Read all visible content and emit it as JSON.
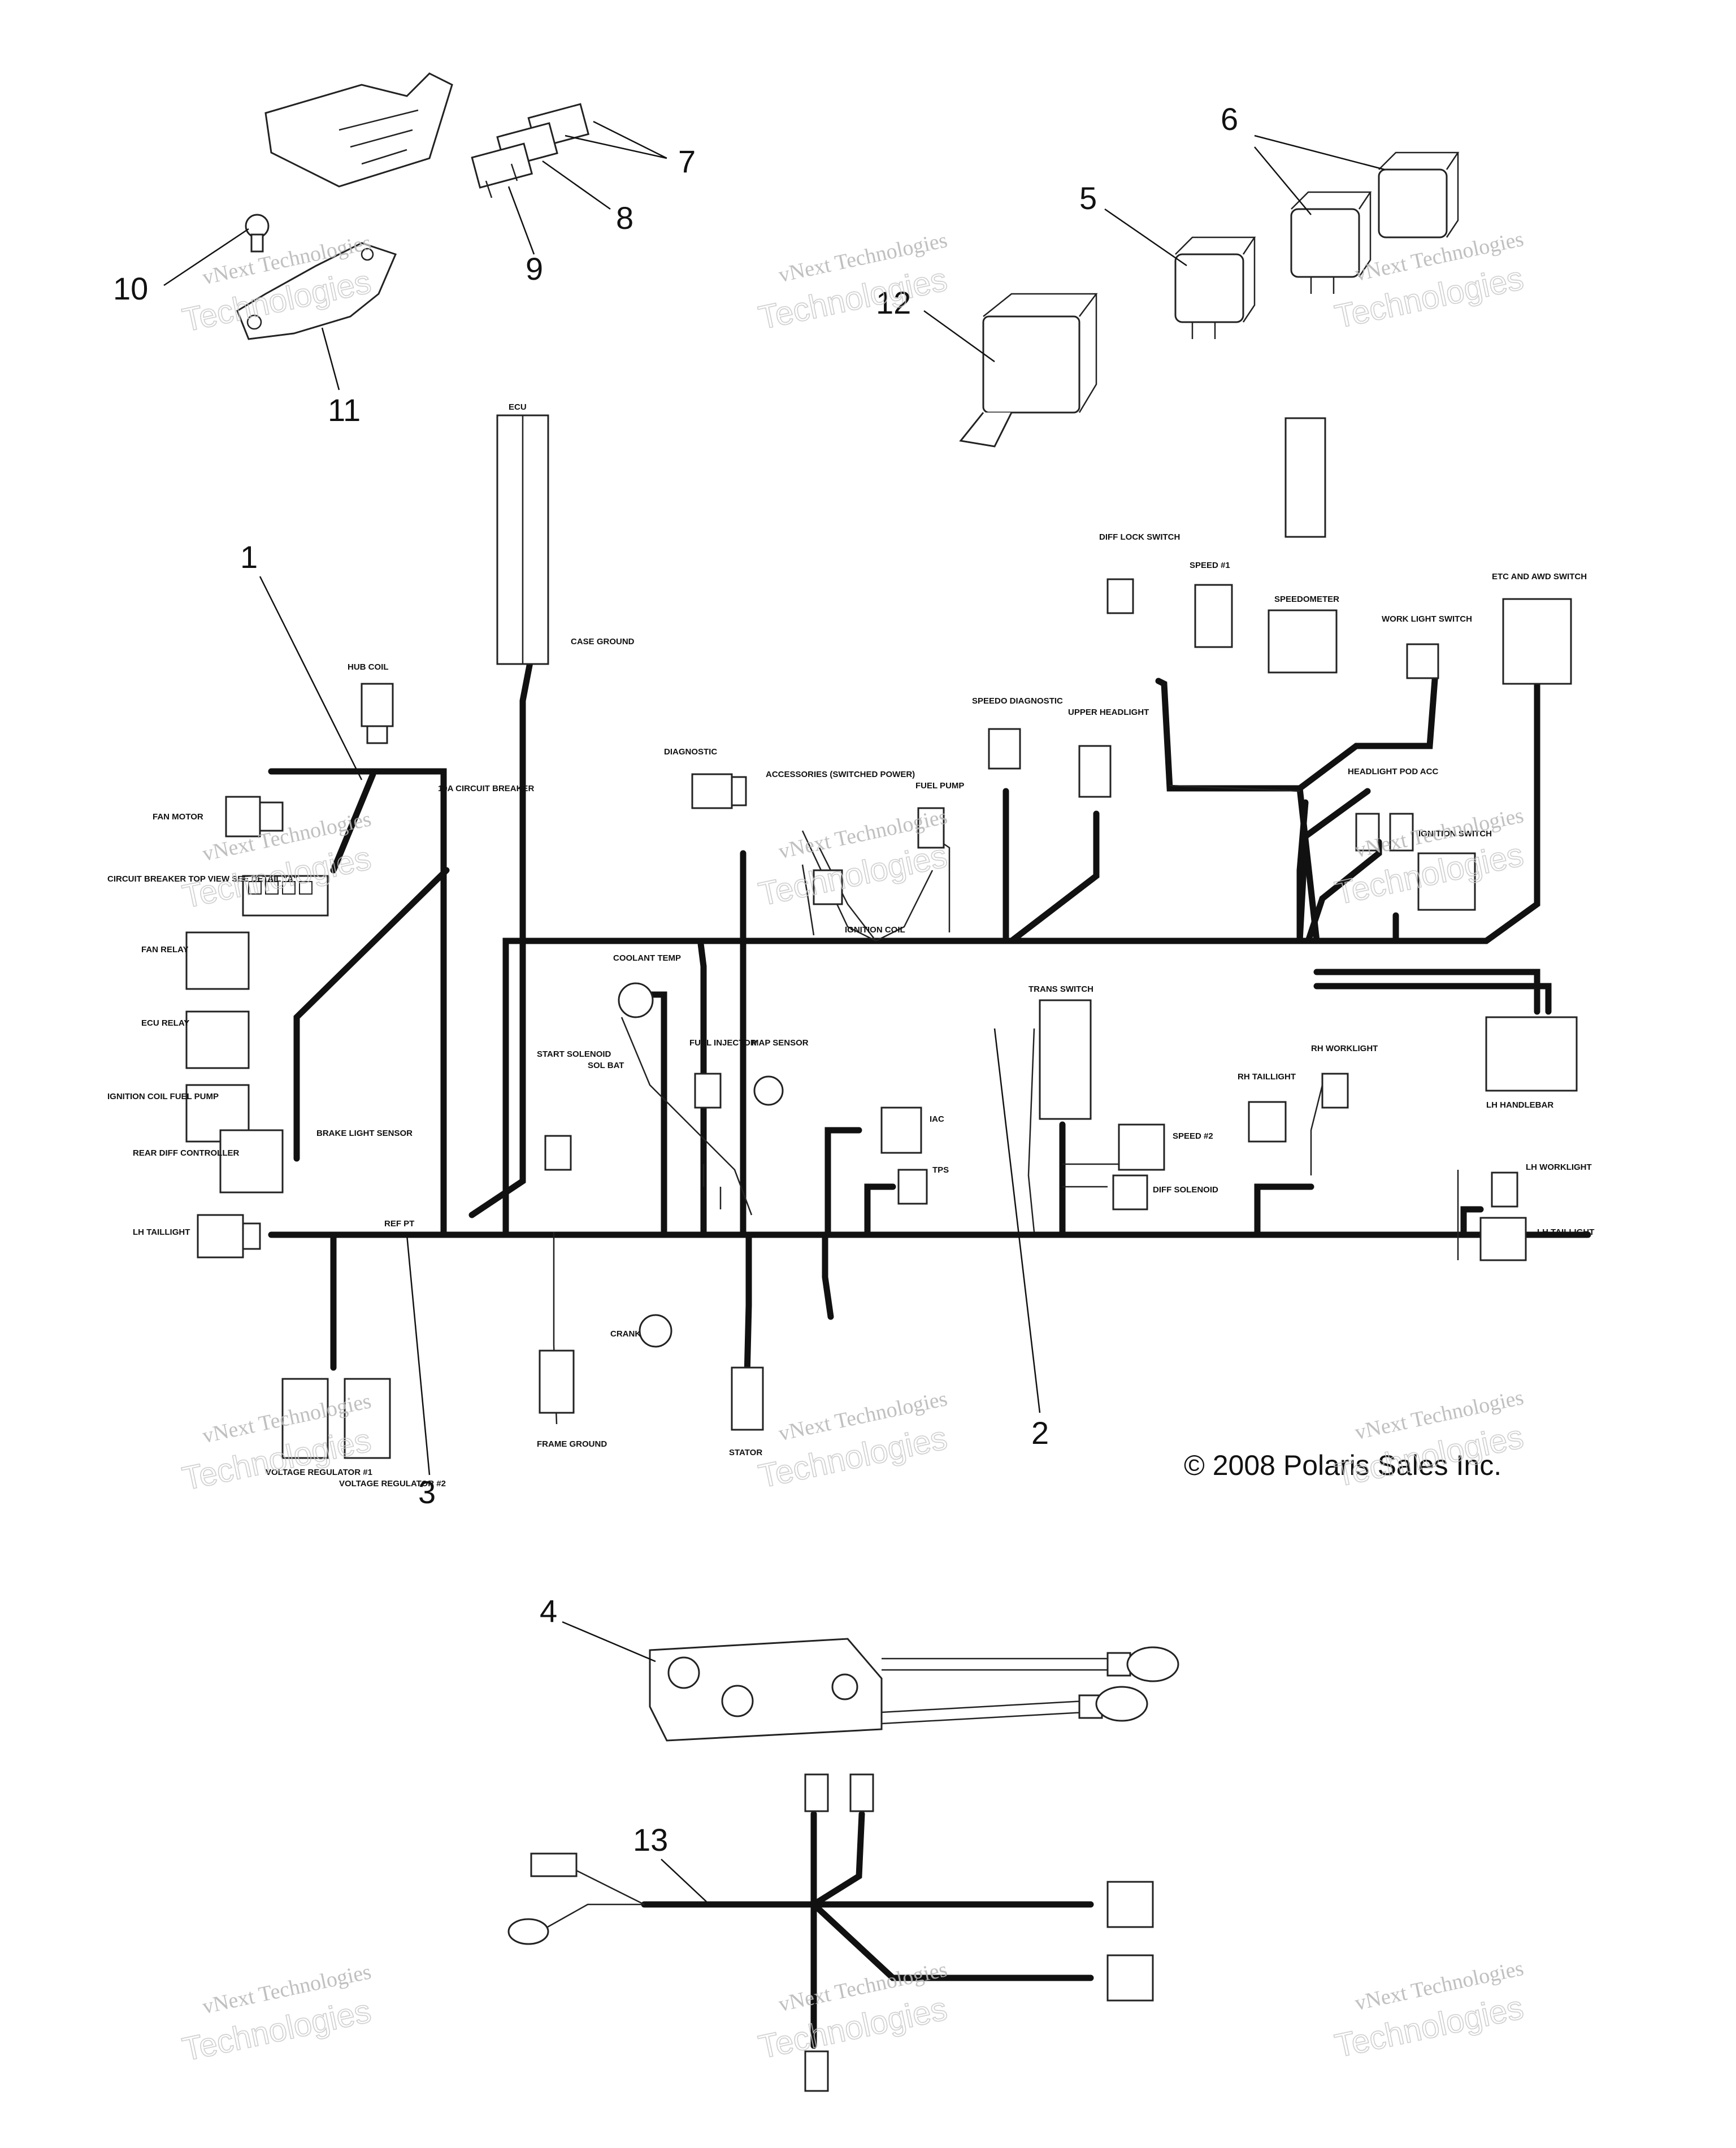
{
  "copyright": "© 2008 Polaris Sales Inc.",
  "watermark": {
    "line1": "vNext Technologies",
    "line2": "Technologies"
  },
  "callouts": {
    "c1": "1",
    "c2": "2",
    "c3": "3",
    "c4": "4",
    "c5": "5",
    "c6": "6",
    "c7": "7",
    "c8": "8",
    "c9": "9",
    "c10": "10",
    "c11": "11",
    "c12": "12",
    "c13": "13"
  },
  "labels": {
    "ecu": "ECU",
    "hub_coil": "HUB COIL",
    "case_ground": "CASE GROUND",
    "fan_motor": "FAN MOTOR",
    "circuit_breaker": "10A CIRCUIT BREAKER",
    "diagnostic": "DIAGNOSTIC",
    "accessories": "ACCESSORIES (SWITCHED POWER)",
    "fuel_pump": "FUEL PUMP",
    "speedo_diagnostic": "SPEEDO DIAGNOSTIC",
    "upper_headlight": "UPPER HEADLIGHT",
    "diff_lock_switch": "DIFF LOCK SWITCH",
    "speed1": "SPEED #1",
    "speedometer": "SPEEDOMETER",
    "work_light_switch": "WORK LIGHT SWITCH",
    "etc_awd_switch": "ETC AND AWD SWITCH",
    "headlight_pod_acc": "HEADLIGHT POD ACC",
    "ignition_switch": "IGNITION SWITCH",
    "circuit_breaker_top": "CIRCUIT BREAKER TOP VIEW SEE DETAIL \"A\"",
    "fan_relay": "FAN RELAY",
    "ecu_relay": "ECU RELAY",
    "ignition_coil_fuel_pump": "IGNITION COIL FUEL PUMP",
    "coolant_temp": "COOLANT TEMP",
    "ignition_coil": "IGNITION COIL",
    "trans_switch": "TRANS SWITCH",
    "rh_taillight": "RH TAILLIGHT",
    "rh_worklight": "RH WORKLIGHT",
    "lh_handlebar": "LH HANDLEBAR",
    "start_solenoid": "START SOLENOID",
    "sol_bat": "SOL BAT",
    "fuel_injector": "FUEL INJECTOR",
    "map_sensor": "MAP SENSOR",
    "iac": "IAC",
    "tps": "TPS",
    "speed2": "SPEED #2",
    "diff_solenoid": "DIFF SOLENOID",
    "lh_worklight": "LH WORKLIGHT",
    "lh_taillight_right": "LH TAILLIGHT",
    "rear_diff_controller": "REAR DIFF CONTROLLER",
    "brake_light_sensor": "BRAKE LIGHT SENSOR",
    "lh_taillight_left": "LH TAILLIGHT",
    "ref_pt": "REF PT",
    "crank": "CRANK",
    "stator": "STATOR",
    "frame_ground": "FRAME GROUND",
    "voltage_regulator1": "VOLTAGE REGULATOR #1",
    "voltage_regulator2": "VOLTAGE REGULATOR #2"
  }
}
